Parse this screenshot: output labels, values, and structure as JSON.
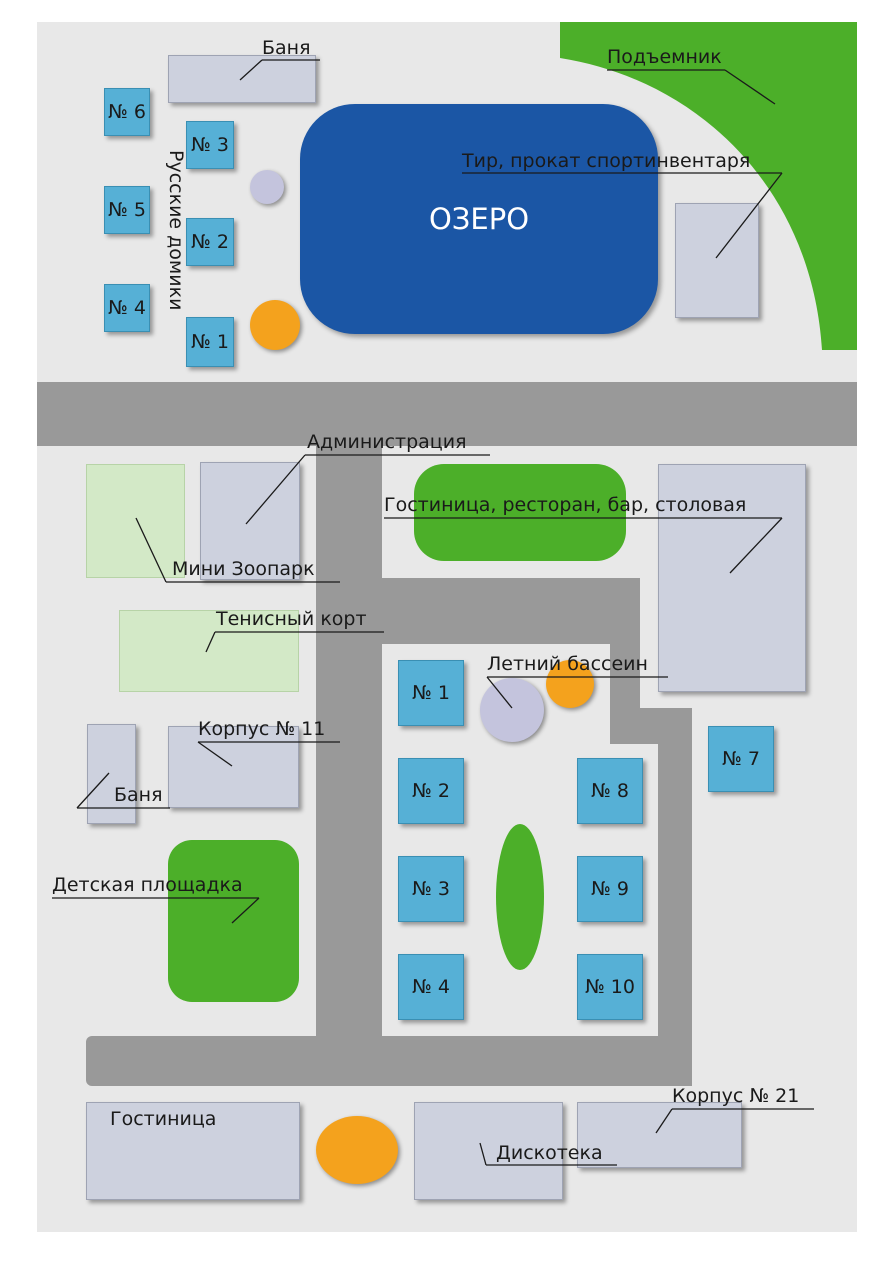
{
  "map": {
    "lake_label": "ОЗЕРО",
    "labels": {
      "banya_top": "Баня",
      "lift": "Подъемник",
      "shooting": "Тир, прокат спортинвентаря",
      "russian_houses": "Русские домики",
      "administration": "Администрация",
      "hotel_complex": "Гостиница, ресторан, бар, столовая",
      "mini_zoo": "Мини Зоопарк",
      "tennis": "Тенисный корт",
      "pool": "Летний бассеин",
      "korpus11": "Корпус № 11",
      "banya_left": "Баня",
      "playground": "Детская площадка",
      "hotel": "Гостиница",
      "disco": "Дискотека",
      "korpus21": "Корпус № 21"
    },
    "russian_cottages": {
      "n6": "№ 6",
      "n5": "№ 5",
      "n4": "№ 4",
      "n3": "№ 3",
      "n2": "№ 2",
      "n1": "№ 1"
    },
    "cottages": {
      "n1": "№ 1",
      "n2": "№ 2",
      "n3": "№ 3",
      "n4": "№ 4",
      "n7": "№ 7",
      "n8": "№ 8",
      "n9": "№ 9",
      "n10": "№ 10"
    },
    "colors": {
      "background": "#e8e8e8",
      "road": "#999999",
      "lake": "#1b56a5",
      "green": "#4caf29",
      "light_green": "#d3e9c7",
      "building": "#cdd1de",
      "cottage": "#56b0d6",
      "orange": "#f4a21d",
      "lilac": "#c4c4dd"
    }
  }
}
